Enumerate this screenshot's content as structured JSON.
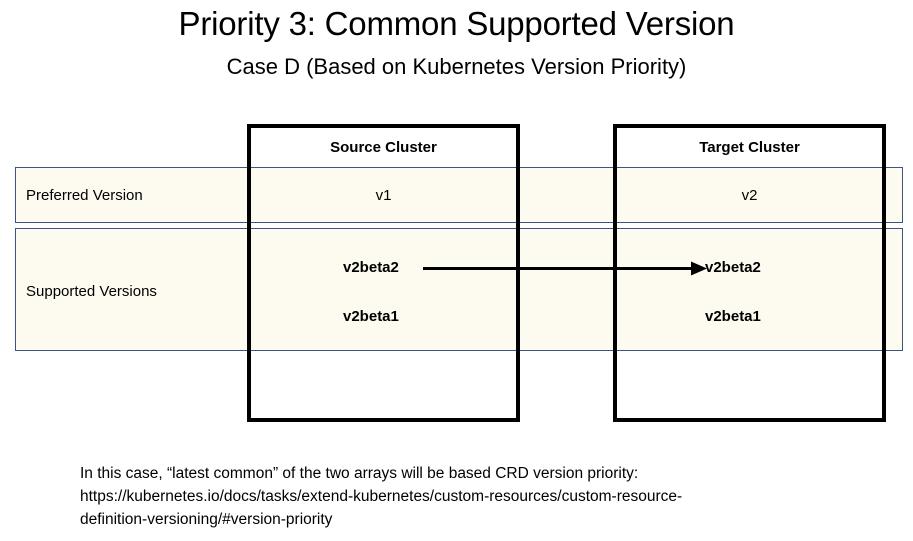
{
  "slide": {
    "title": "Priority 3: Common Supported Version",
    "subtitle": "Case D (Based on Kubernetes Version Priority)"
  },
  "diagram": {
    "columns": [
      {
        "key": "source",
        "header": "Source Cluster"
      },
      {
        "key": "target",
        "header": "Target Cluster"
      }
    ],
    "rows": [
      {
        "label": "Preferred Version",
        "source_value": "v1",
        "target_value": "v2"
      },
      {
        "label": "Supported Versions",
        "source_versions": [
          "v2beta2",
          "v2beta1"
        ],
        "target_versions": [
          "v2beta2",
          "v2beta1"
        ]
      }
    ],
    "arrow": {
      "from": "v2beta2",
      "to": "v2beta2",
      "direction": "left-to-right"
    },
    "colors": {
      "row_fill": "#FDFAF0",
      "row_border": "#3A5488",
      "box_border": "#000000",
      "arrow": "#000000"
    }
  },
  "caption": {
    "line1": "In this case, “latest common” of the two arrays will be based CRD version priority:",
    "line2": "https://kubernetes.io/docs/tasks/extend-kubernetes/custom-resources/custom-resource-",
    "line3": "definition-versioning/#version-priority"
  }
}
